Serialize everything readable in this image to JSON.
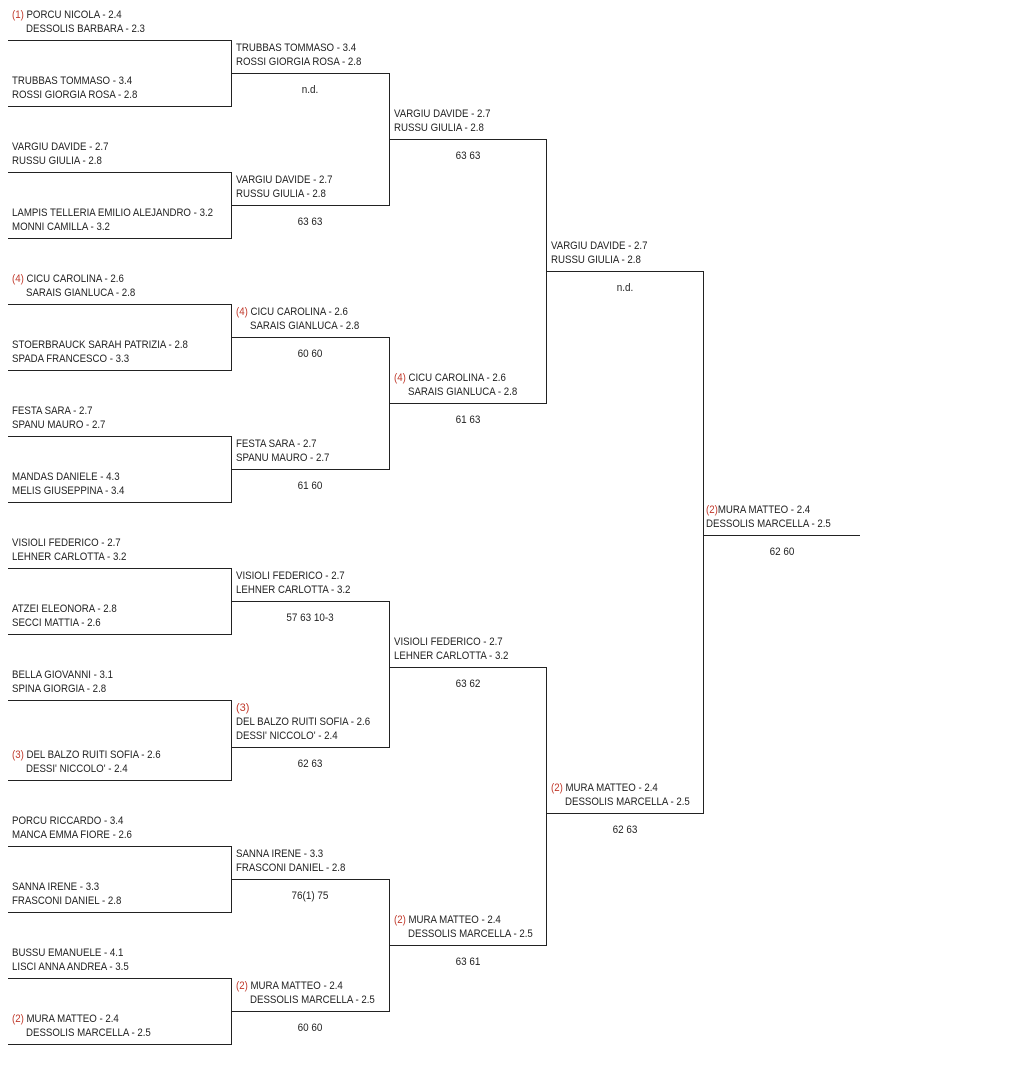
{
  "r1": [
    {
      "seed": "(1)",
      "p1": "PORCU NICOLA - 2.4",
      "p2": "DESSOLIS BARBARA - 2.3"
    },
    {
      "seed": "",
      "p1": "TRUBBAS TOMMASO - 3.4",
      "p2": "ROSSI GIORGIA ROSA - 2.8"
    },
    {
      "seed": "",
      "p1": "VARGIU DAVIDE - 2.7",
      "p2": "RUSSU GIULIA - 2.8"
    },
    {
      "seed": "",
      "p1": "LAMPIS TELLERIA EMILIO ALEJANDRO - 3.2",
      "p2": "MONNI CAMILLA - 3.2"
    },
    {
      "seed": "(4)",
      "p1": "CICU CAROLINA - 2.6",
      "p2": "SARAIS GIANLUCA - 2.8"
    },
    {
      "seed": "",
      "p1": "STOERBRAUCK SARAH PATRIZIA - 2.8",
      "p2": "SPADA FRANCESCO - 3.3"
    },
    {
      "seed": "",
      "p1": "FESTA SARA - 2.7",
      "p2": "SPANU MAURO - 2.7"
    },
    {
      "seed": "",
      "p1": "MANDAS DANIELE - 4.3",
      "p2": "MELIS GIUSEPPINA - 3.4"
    },
    {
      "seed": "",
      "p1": "VISIOLI FEDERICO - 2.7",
      "p2": "LEHNER CARLOTTA - 3.2"
    },
    {
      "seed": "",
      "p1": "ATZEI ELEONORA - 2.8",
      "p2": "SECCI MATTIA - 2.6"
    },
    {
      "seed": "",
      "p1": "BELLA GIOVANNI - 3.1",
      "p2": "SPINA GIORGIA - 2.8"
    },
    {
      "seed": "(3)",
      "p1": "DEL BALZO RUITI SOFIA - 2.6",
      "p2": "DESSI' NICCOLO' - 2.4"
    },
    {
      "seed": "",
      "p1": "PORCU RICCARDO - 3.4",
      "p2": "MANCA EMMA FIORE - 2.6"
    },
    {
      "seed": "",
      "p1": "SANNA IRENE - 3.3",
      "p2": "FRASCONI DANIEL - 2.8"
    },
    {
      "seed": "",
      "p1": "BUSSU EMANUELE - 4.1",
      "p2": "LISCI ANNA ANDREA - 3.5"
    },
    {
      "seed": "(2)",
      "p1": "MURA MATTEO - 2.4",
      "p2": "DESSOLIS MARCELLA - 2.5"
    }
  ],
  "r2": [
    {
      "seed": "",
      "p1": "TRUBBAS TOMMASO - 3.4",
      "p2": "ROSSI GIORGIA ROSA - 2.8",
      "score": "n.d."
    },
    {
      "seed": "",
      "p1": "VARGIU DAVIDE - 2.7",
      "p2": "RUSSU GIULIA - 2.8",
      "score": "63 63"
    },
    {
      "seed": "(4)",
      "p1": "CICU CAROLINA - 2.6",
      "p2": "SARAIS GIANLUCA - 2.8",
      "score": "60 60"
    },
    {
      "seed": "",
      "p1": "FESTA SARA - 2.7",
      "p2": "SPANU MAURO - 2.7",
      "score": "61 60"
    },
    {
      "seed": "",
      "p1": "VISIOLI FEDERICO - 2.7",
      "p2": "LEHNER CARLOTTA - 3.2",
      "score": "57 63 10-3"
    },
    {
      "seed": "(3)",
      "p1": "DEL BALZO RUITI SOFIA - 2.6",
      "p2": "DESSI' NICCOLO' - 2.4",
      "score": "62 63"
    },
    {
      "seed": "",
      "p1": "SANNA IRENE - 3.3",
      "p2": "FRASCONI DANIEL - 2.8",
      "score": "76(1) 75"
    },
    {
      "seed": "(2)",
      "p1": "MURA MATTEO - 2.4",
      "p2": "DESSOLIS MARCELLA - 2.5",
      "score": "60 60"
    }
  ],
  "r3": [
    {
      "seed": "",
      "p1": "VARGIU DAVIDE - 2.7",
      "p2": "RUSSU GIULIA - 2.8",
      "score": "63 63"
    },
    {
      "seed": "(4)",
      "p1": "CICU CAROLINA - 2.6",
      "p2": "SARAIS GIANLUCA - 2.8",
      "score": "61 63"
    },
    {
      "seed": "",
      "p1": "VISIOLI FEDERICO - 2.7",
      "p2": "LEHNER CARLOTTA - 3.2",
      "score": "63 62"
    },
    {
      "seed": "(2)",
      "p1": "MURA MATTEO - 2.4",
      "p2": "DESSOLIS MARCELLA - 2.5",
      "score": "63 61"
    }
  ],
  "r4": [
    {
      "seed": "",
      "p1": "VARGIU DAVIDE - 2.7",
      "p2": "RUSSU GIULIA - 2.8",
      "score": "n.d."
    },
    {
      "seed": "(2)",
      "p1": "MURA MATTEO - 2.4",
      "p2": "DESSOLIS MARCELLA - 2.5",
      "score": "62 63"
    }
  ],
  "final": {
    "seed": "(2)",
    "p1": "MURA MATTEO - 2.4",
    "p2": "DESSOLIS MARCELLA - 2.5",
    "score": "62 60"
  }
}
